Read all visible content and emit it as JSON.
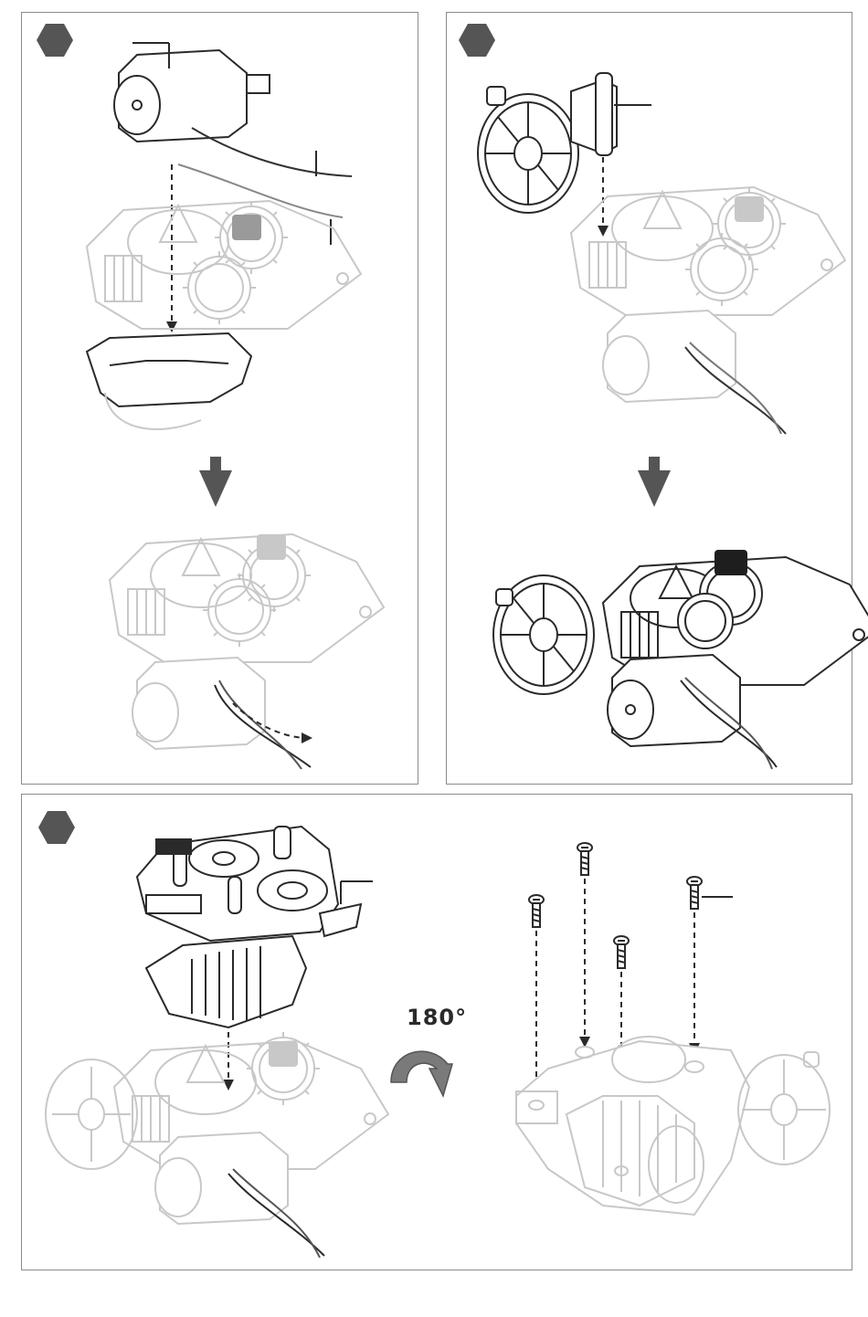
{
  "steps": [
    {
      "id": "step-1",
      "badge_color": "#555555"
    },
    {
      "id": "step-2",
      "badge_color": "#555555"
    },
    {
      "id": "step-3",
      "badge_color": "#555555"
    }
  ],
  "rotation": {
    "label": "180°",
    "icon": "rotate-arrow-icon",
    "arrow_color": "#7a7a7a"
  },
  "colors": {
    "line": "#2a2a2a",
    "ghost": "#c8c8c8",
    "gear_gray": "#9a9a9a",
    "badge": "#555555"
  }
}
